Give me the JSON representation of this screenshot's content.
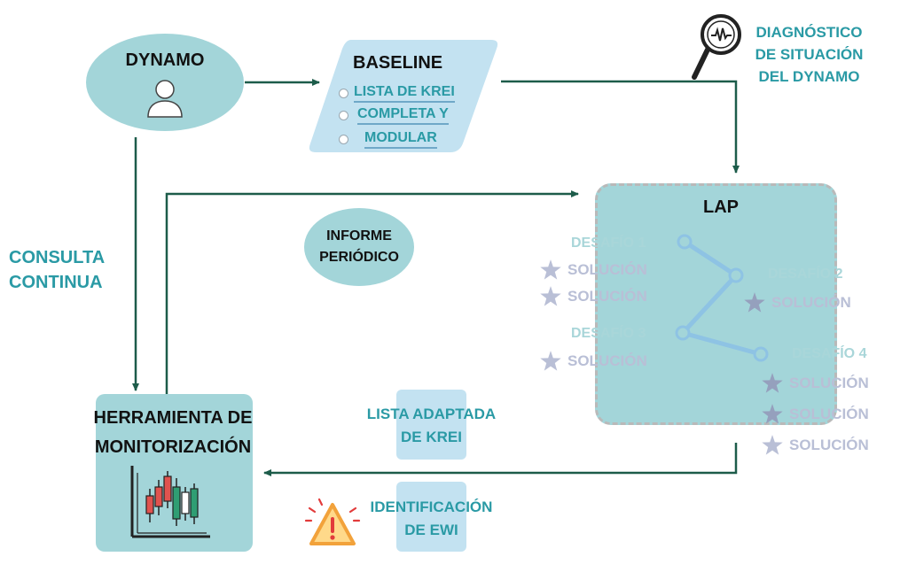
{
  "dynamo": {
    "title": "DYNAMO"
  },
  "baseline": {
    "title": "BASELINE",
    "items": [
      "LISTA DE KREI",
      "COMPLETA Y",
      "MODULAR"
    ]
  },
  "diagnostico": {
    "lines": [
      "DIAGNÓSTICO",
      "DE SITUACIÓN",
      "DEL DYNAMO"
    ]
  },
  "lap": {
    "title": "LAP",
    "challenges": [
      "DESAFÍO 1",
      "DESAFÍO 2",
      "DESAFÍO 3",
      "DESAFÍO 4"
    ],
    "solution_label": "SOLUCIÓN"
  },
  "informe": {
    "lines": [
      "INFORME",
      "PERIÓDICO"
    ]
  },
  "consulta": {
    "lines": [
      "CONSULTA",
      "CONTINUA"
    ]
  },
  "herramienta": {
    "lines": [
      "HERRAMIENTA DE",
      "MONITORIZACIÓN"
    ]
  },
  "lista_adaptada": {
    "lines": [
      "LISTA ADAPTADA",
      "DE KREI"
    ]
  },
  "identificacion": {
    "lines": [
      "IDENTIFICACIÓN",
      "DE EWI"
    ]
  },
  "colors": {
    "teal_text": "#2a9aa5",
    "teal_shape": "#a3d5d9",
    "arrow": "#1d5c4a",
    "light_blue": "#c3e2f1"
  }
}
